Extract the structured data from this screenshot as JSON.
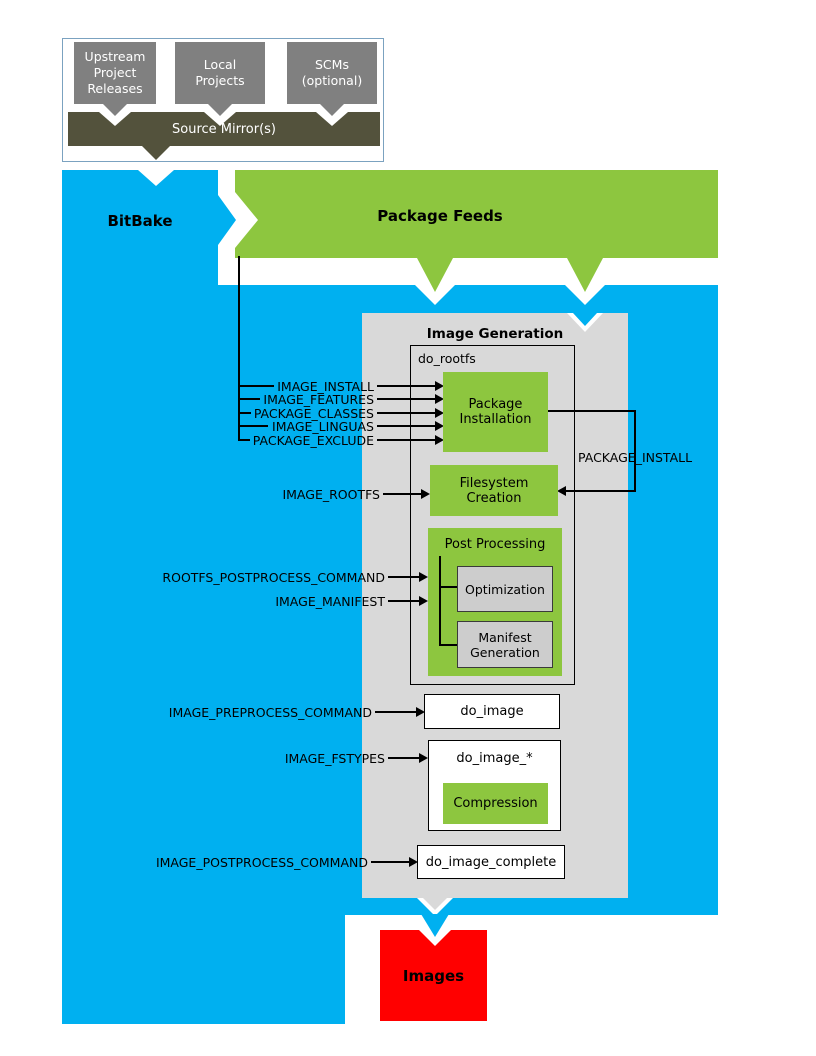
{
  "colors": {
    "blue": "#00b0f0",
    "green": "#8dc63f",
    "red": "#ff0000",
    "panel": "#d9d9d9",
    "boxgray": "#808080",
    "innergray": "#cdcdcd",
    "darkbar": "#53523c"
  },
  "source_area": {
    "boxes": [
      "Upstream\nProject\nReleases",
      "Local\nProjects",
      "SCMs\n(optional)"
    ],
    "mirror": "Source Mirror(s)"
  },
  "bitbake": {
    "label": "BitBake"
  },
  "package_feeds": {
    "label": "Package Feeds"
  },
  "image_generation": {
    "title": "Image Generation",
    "do_rootfs_label": "do_rootfs",
    "package_installation": "Package\nInstallation",
    "filesystem_creation": "Filesystem\nCreation",
    "post_processing_label": "Post Processing",
    "optimization": "Optimization",
    "manifest_generation": "Manifest\nGeneration",
    "do_image": "do_image",
    "do_image_star": "do_image_*",
    "compression": "Compression",
    "do_image_complete": "do_image_complete"
  },
  "variables": {
    "inputs": [
      "IMAGE_INSTALL",
      "IMAGE_FEATURES",
      "PACKAGE_CLASSES",
      "IMAGE_LINGUAS",
      "PACKAGE_EXCLUDE"
    ],
    "package_install": "PACKAGE_INSTALL",
    "image_rootfs": "IMAGE_ROOTFS",
    "rootfs_postprocess": "ROOTFS_POSTPROCESS_COMMAND",
    "image_manifest": "IMAGE_MANIFEST",
    "image_preprocess": "IMAGE_PREPROCESS_COMMAND",
    "image_fstypes": "IMAGE_FSTYPES",
    "image_postprocess": "IMAGE_POSTPROCESS_COMMAND"
  },
  "images": {
    "label": "Images"
  }
}
